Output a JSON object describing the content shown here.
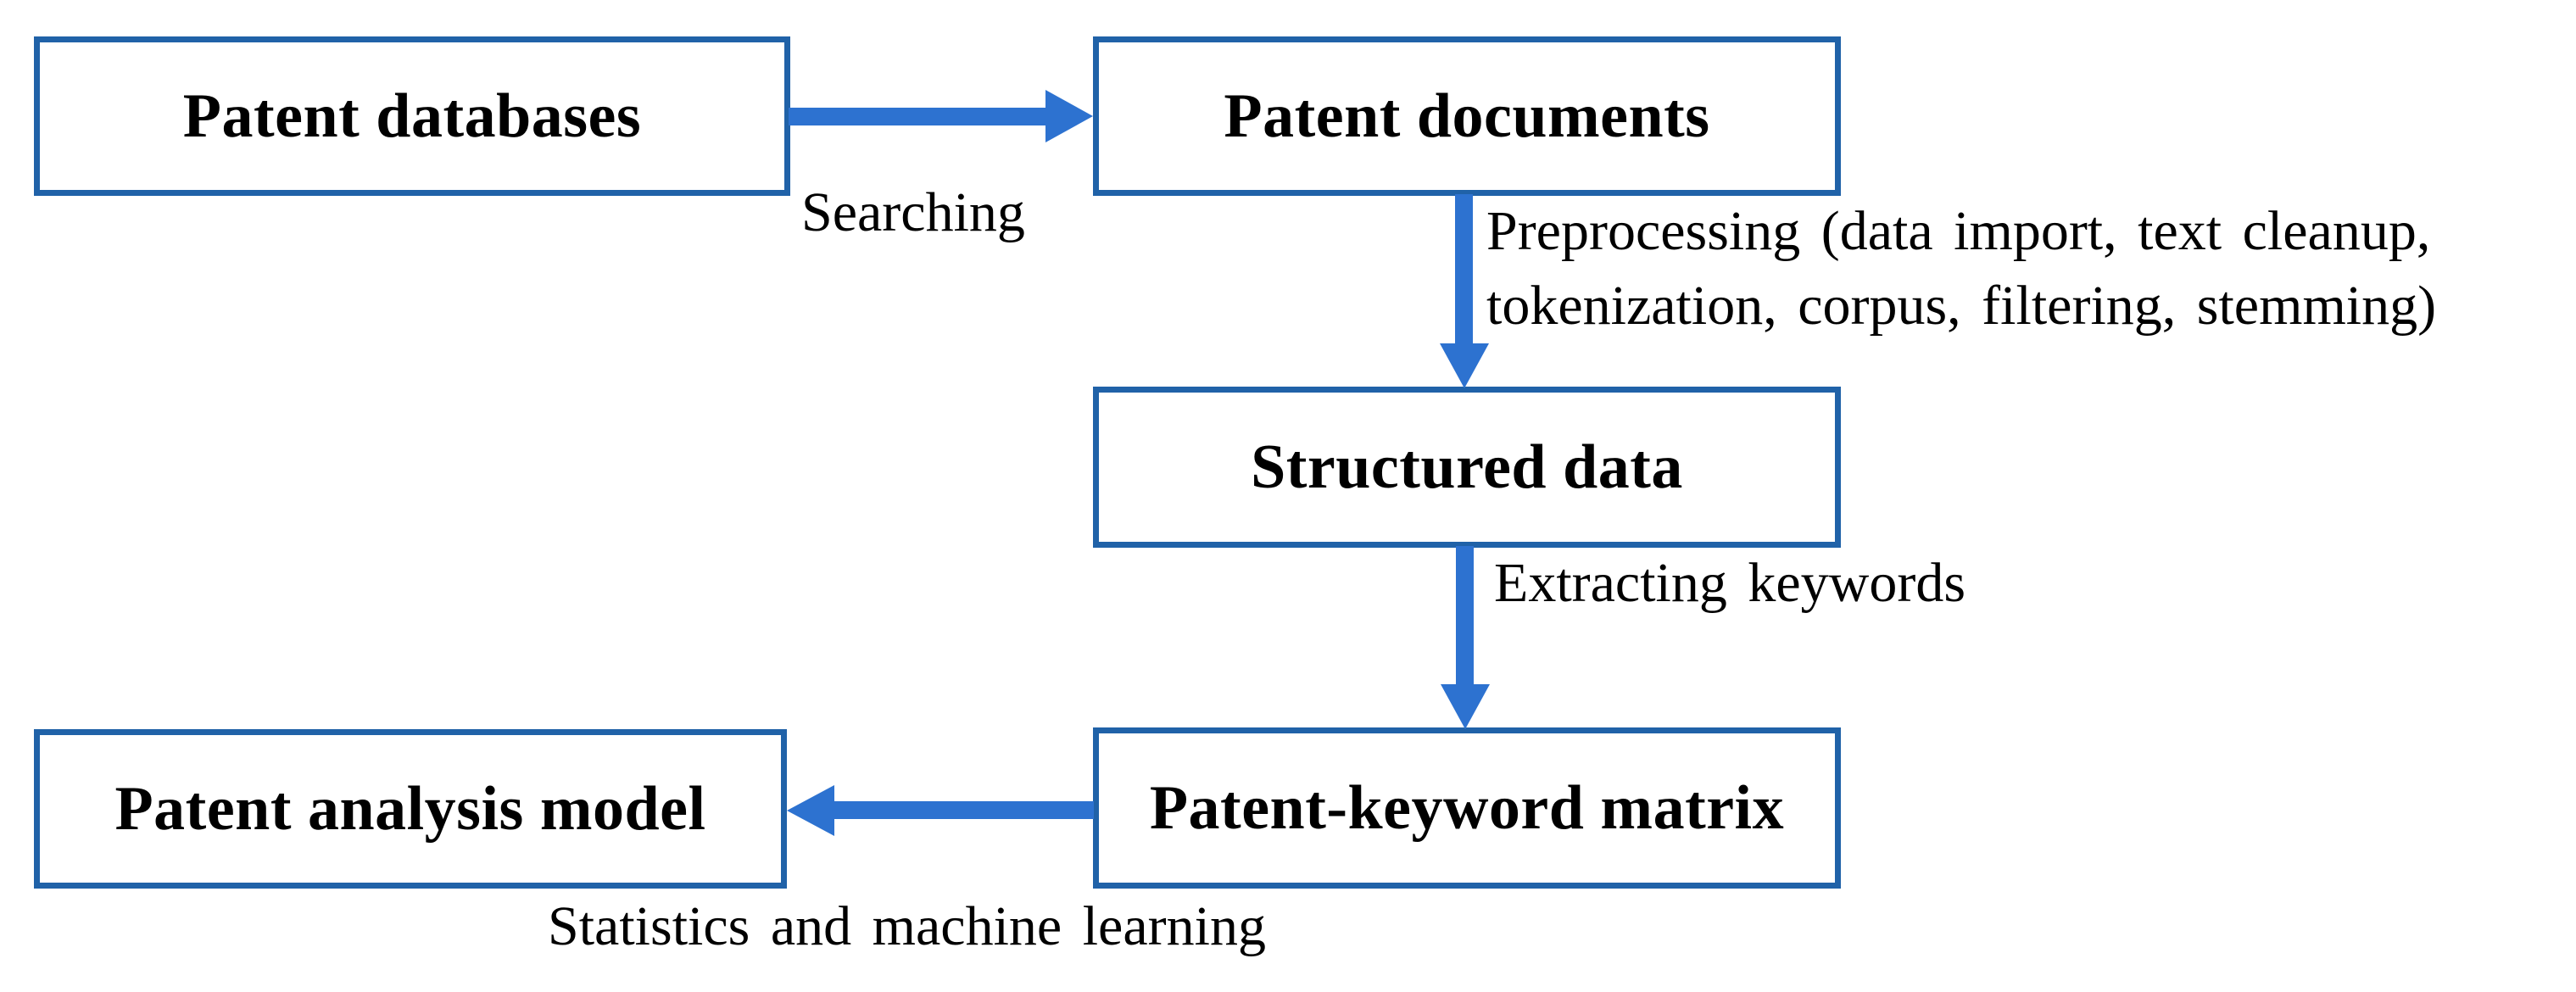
{
  "figure": {
    "type": "flowchart",
    "colors": {
      "background": "#ffffff",
      "box_border": "#2062A8",
      "box_fill": "#ffffff",
      "arrow": "#2D72D0",
      "text": "#000000"
    },
    "boxes": [
      {
        "label": "Patent databases"
      },
      {
        "label": "Patent documents"
      },
      {
        "label": "Structured data"
      },
      {
        "label": "Patent-keyword matrix"
      },
      {
        "label": "Patent analysis model"
      }
    ],
    "edges": [
      {
        "from": "Patent databases",
        "to": "Patent documents",
        "direction": "right",
        "label": "Searching"
      },
      {
        "from": "Patent documents",
        "to": "Structured data",
        "direction": "down",
        "label_lines": [
          "Preprocessing (data import, text cleanup,",
          "tokenization, corpus, filtering, stemming)"
        ]
      },
      {
        "from": "Structured data",
        "to": "Patent-keyword matrix",
        "direction": "down",
        "label": "Extracting keywords"
      },
      {
        "from": "Patent-keyword matrix",
        "to": "Patent analysis model",
        "direction": "left",
        "label": "Statistics and machine learning"
      }
    ]
  }
}
